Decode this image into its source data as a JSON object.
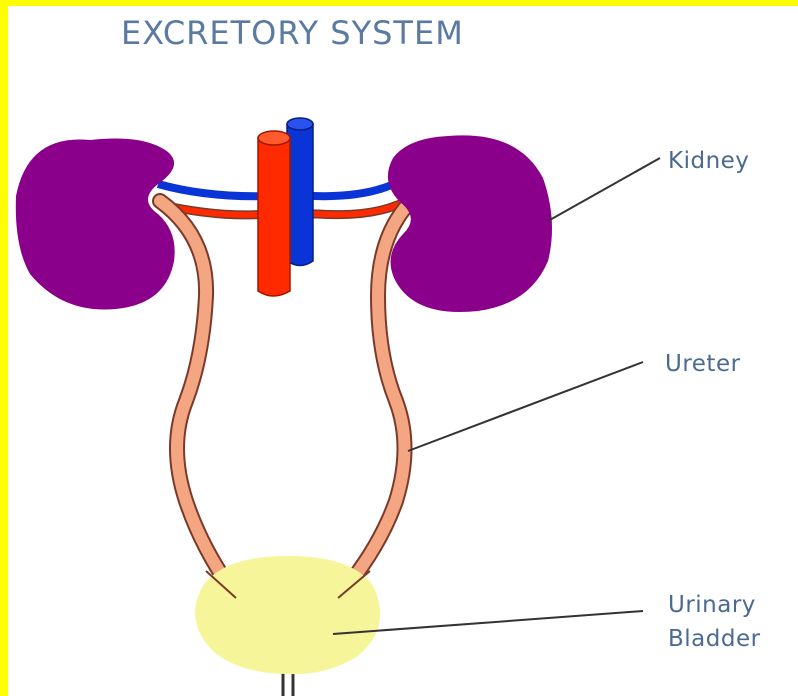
{
  "title": "EXCRETORY SYSTEM",
  "labels": {
    "kidney": "Kidney",
    "ureter": "Ureter",
    "bladder_line1": "Urinary",
    "bladder_line2": "Bladder"
  },
  "colors": {
    "frame": "#ffff00",
    "kidney": "#8b008b",
    "ureter_fill": "#f4a582",
    "ureter_outline": "#7a3a2a",
    "artery": "#ff2a00",
    "vein": "#0a34d6",
    "bladder": "#f6f59a",
    "title": "#5a7aa3",
    "label": "#4b6a92"
  },
  "icons": [
    "kidney-left-icon",
    "kidney-right-icon",
    "aorta-icon",
    "vena-cava-icon",
    "ureter-icon",
    "urinary-bladder-icon"
  ]
}
